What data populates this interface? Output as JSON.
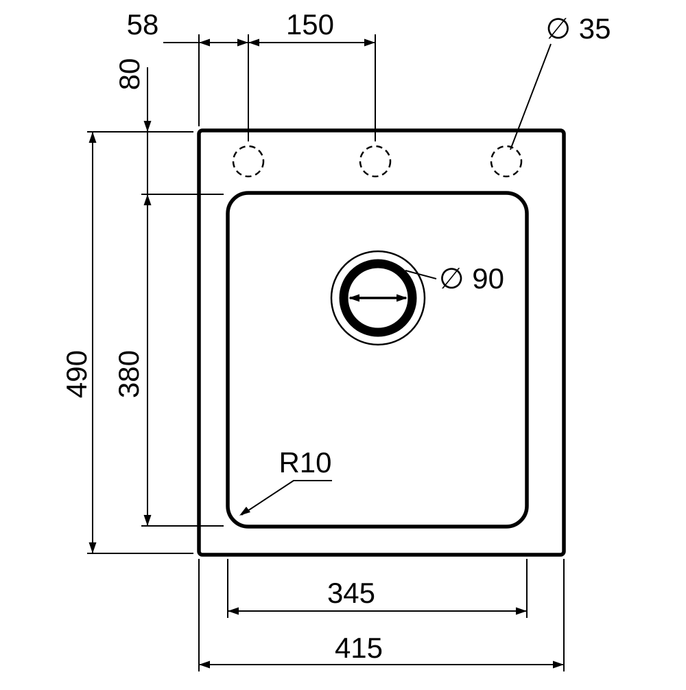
{
  "drawing": {
    "labels": {
      "dim_top_left": "58",
      "dim_top_center": "150",
      "dia_hole": "∅ 35",
      "dim_rim_to_bowl": "80",
      "dim_overall_height": "490",
      "dim_bowl_height": "380",
      "dia_drain": "∅ 90",
      "radius_corner": "R10",
      "dim_bowl_width": "345",
      "dim_overall_width": "415"
    }
  }
}
